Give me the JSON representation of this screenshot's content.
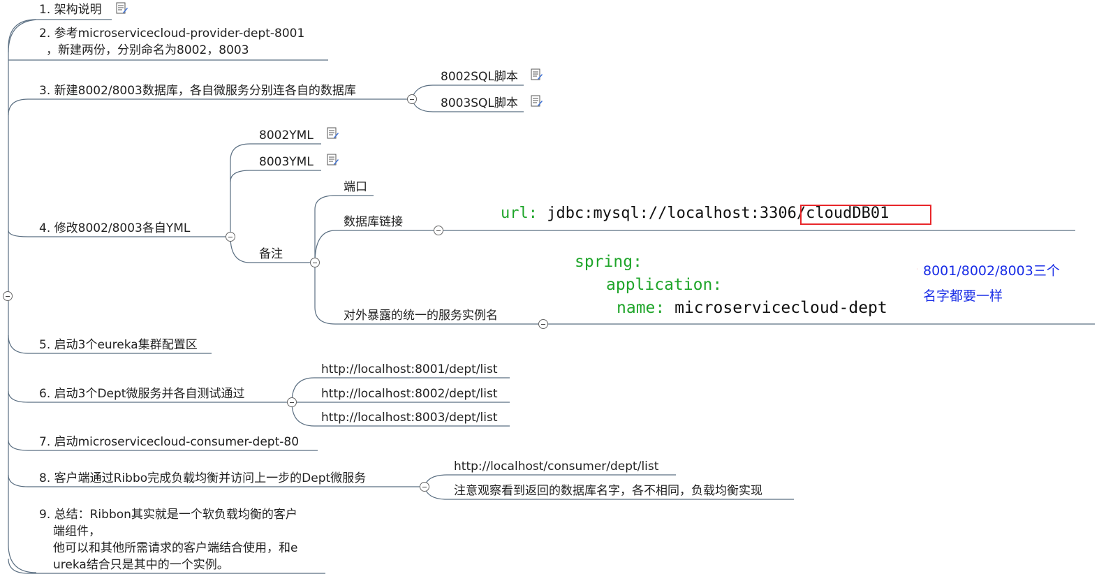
{
  "topics": [
    {
      "id": "t1",
      "label": "1. 架构说明"
    },
    {
      "id": "t2",
      "label": "2. 参考microservicecloud-provider-dept-8001",
      "label2": "，新建两份，分别命名为8002，8003"
    },
    {
      "id": "t3",
      "label": "3. 新建8002/8003数据库，各自微服务分别连各自的数据库",
      "children": [
        "8002SQL脚本",
        "8003SQL脚本"
      ]
    },
    {
      "id": "t4",
      "label": "4. 修改8002/8003各自YML",
      "children": [
        "8002YML",
        "8003YML",
        "备注"
      ],
      "remarks": [
        "端口",
        "数据库链接",
        "对外暴露的统一的服务实例名"
      ]
    },
    {
      "id": "t5",
      "label": "5. 启动3个eureka集群配置区"
    },
    {
      "id": "t6",
      "label": "6. 启动3个Dept微服务并各自测试通过",
      "children": [
        "http://localhost:8001/dept/list",
        "http://localhost:8002/dept/list",
        "http://localhost:8003/dept/list"
      ]
    },
    {
      "id": "t7",
      "label": "7. 启动microservicecloud-consumer-dept-80"
    },
    {
      "id": "t8",
      "label": "8. 客户端通过Ribbo完成负载均衡并访问上一步的Dept微服务",
      "children": [
        "http://localhost/consumer/dept/list",
        "注意观察看到返回的数据库名字，各不相同，负载均衡实现"
      ]
    },
    {
      "id": "t9",
      "lines": [
        "9. 总结：Ribbon其实就是一个软负载均衡的客户",
        "端组件，",
        "他可以和其他所需请求的客户端结合使用，和e",
        "ureka结合只是其中的一个实例。"
      ]
    }
  ],
  "code": {
    "url_key": "url:",
    "url_value": "jdbc:mysql://localhost:3306/",
    "url_db": "cloudDB01",
    "spring": "spring:",
    "application": "application:",
    "name_key": "name:",
    "name_value": "microservicecloud-dept"
  },
  "annotation": {
    "line1": "8001/8002/8003三个",
    "line2": "名字都要一样"
  },
  "colors": {
    "line": "#5b6f82",
    "highlight_box": "#e8262a",
    "arrow": "#e8262a",
    "annotation": "#1a2ee6",
    "yaml_key": "#1fa52a"
  },
  "icons": {
    "note": "note-icon",
    "toggle": "collapse-toggle-icon"
  }
}
